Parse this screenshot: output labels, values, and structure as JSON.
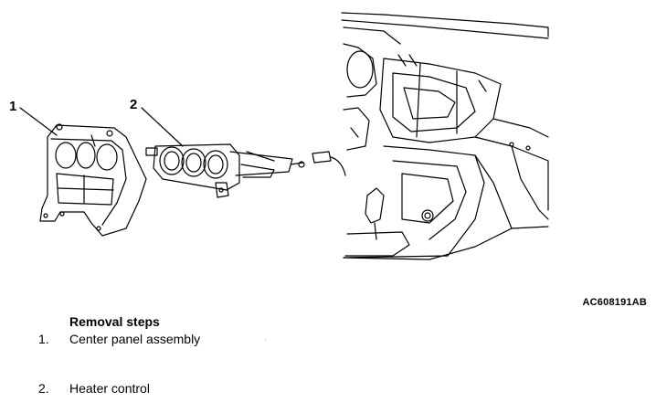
{
  "figure": {
    "callouts": [
      {
        "label": "1"
      },
      {
        "label": "2"
      }
    ],
    "code": "AC608191AB"
  },
  "removal": {
    "title": "Removal steps",
    "steps": [
      {
        "number": "1.",
        "text": "Center panel assembly"
      },
      {
        "number": "2.",
        "text": "Heater control"
      }
    ]
  }
}
